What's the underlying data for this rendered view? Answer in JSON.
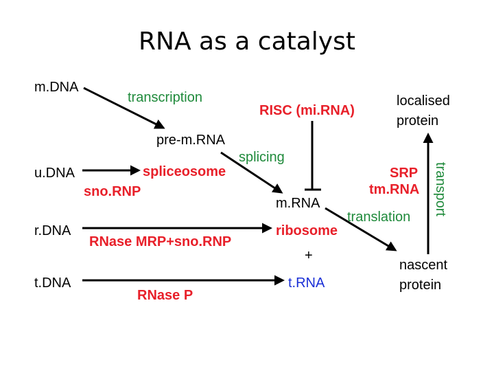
{
  "title": "RNA as a catalyst",
  "colors": {
    "enzyme": "#e8202a",
    "process": "#1f8a3b",
    "product": "#1a2fd6",
    "default": "#000000"
  },
  "nodes": {
    "mdna": "m.DNA",
    "udna": "u.DNA",
    "rdna": "r.DNA",
    "tdna": "t.DNA",
    "pre_mrna": "pre-m.RNA",
    "mrna": "m.RNA",
    "localised_line1": "localised",
    "localised_line2": "protein",
    "nascent_line1": "nascent",
    "nascent_line2": "protein",
    "trna": "t.RNA",
    "plus": "+"
  },
  "enzymes": {
    "risc": "RISC (mi.RNA)",
    "spliceosome": "spliceosome",
    "snornp": "sno.RNP",
    "srp": "SRP",
    "tmrna": "tm.RNA",
    "ribosome": "ribosome",
    "rnase_mrp": "RNase MRP+sno.RNP",
    "rnase_p": "RNase P"
  },
  "processes": {
    "transcription": "transcription",
    "splicing": "splicing",
    "translation": "translation",
    "transport": "transport"
  }
}
